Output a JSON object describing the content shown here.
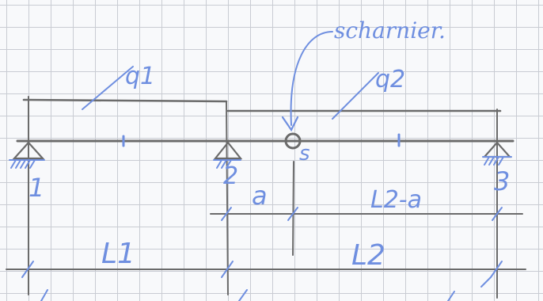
{
  "annotations": {
    "hinge_note": "scharnier.",
    "load_1": "q1",
    "load_2": "q2",
    "hinge_label": "s",
    "support_1": "1",
    "support_2": "2",
    "support_3": "3",
    "dim_a": "a",
    "dim_l2_minus_a": "L2-a",
    "dim_l1": "L1",
    "dim_l2": "L2"
  },
  "colors": {
    "pencil": "#6b6b6b",
    "ink_blue": "#6f8fe0",
    "grid": "#c9ccd3",
    "paper": "#f8f9fb"
  }
}
